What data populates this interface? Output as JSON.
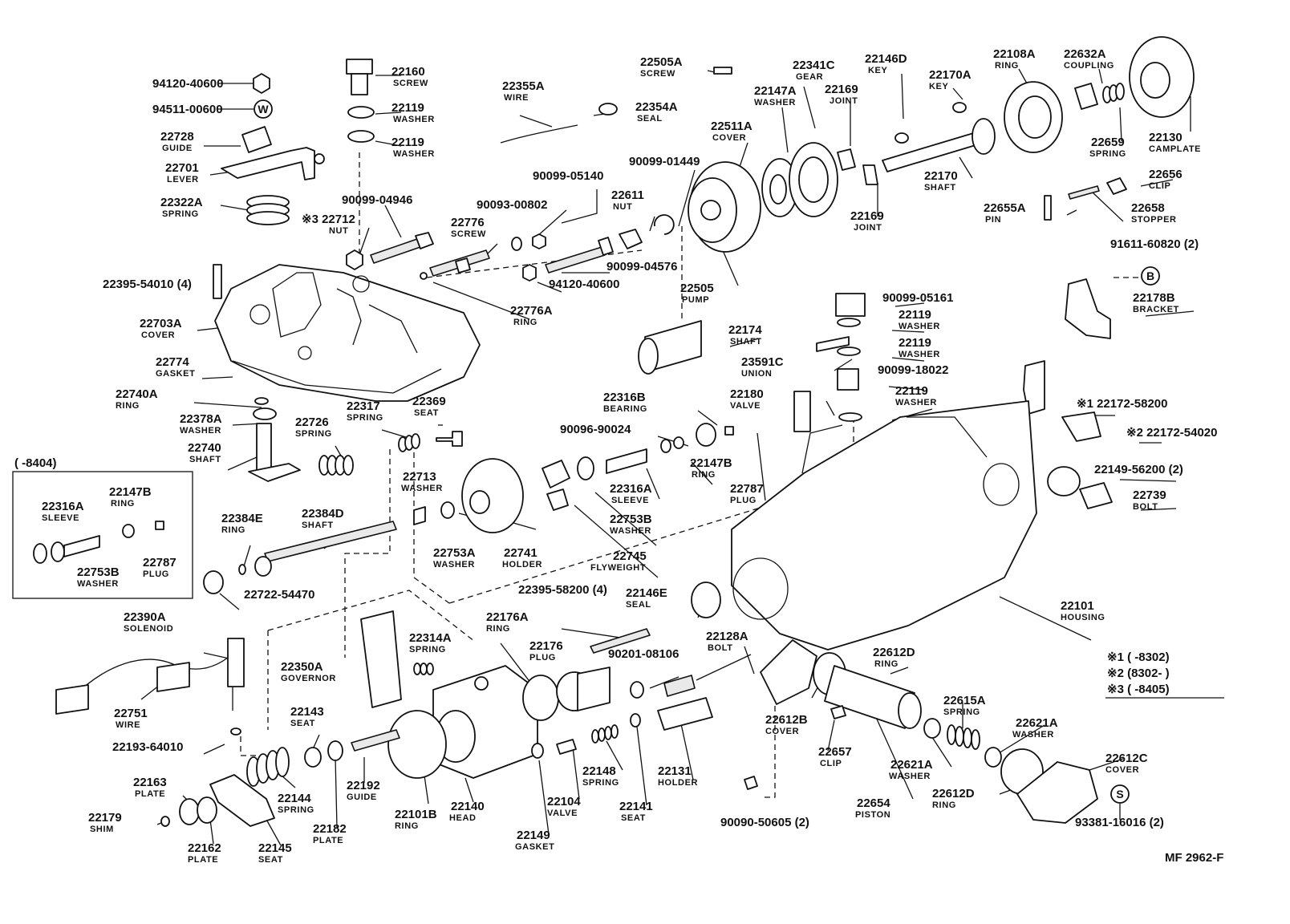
{
  "footer": {
    "code": "MF  2962-F"
  },
  "notes": {
    "title": "( -8404)",
    "n1": "※1 (      -8302)",
    "n2": "※2 (8302-      )",
    "n3": "※3 (      -8405)"
  },
  "markers": {
    "w": "W",
    "b": "B",
    "s": "S"
  },
  "parts": {
    "p94120_40600": "94120-40600",
    "p94511_00600": "94511-00600",
    "p22728": "22728",
    "n22728": "GUIDE",
    "p22701": "22701",
    "n22701": "LEVER",
    "p22322A": "22322A",
    "n22322A": "SPRING",
    "p22160": "22160",
    "n22160": "SCREW",
    "p22119a": "22119",
    "n22119a": "WASHER",
    "p22119b": "22119",
    "n22119b": "WASHER",
    "p22712": "※3 22712",
    "n22712": "NUT",
    "p90099_04946": "90099-04946",
    "p22395_54010": "22395-54010 (4)",
    "p22703A": "22703A",
    "n22703A": "COVER",
    "p22774": "22774",
    "n22774": "GASKET",
    "p22740A": "22740A",
    "n22740A": "RING",
    "p22378A": "22378A",
    "n22378A": "WASHER",
    "p22740": "22740",
    "n22740": "SHAFT",
    "p22726": "22726",
    "n22726": "SPRING",
    "p22317": "22317",
    "n22317": "SPRING",
    "p22369": "22369",
    "n22369": "SEAT",
    "p22355A": "22355A",
    "n22355A": "WIRE",
    "p22354A": "22354A",
    "n22354A": "SEAL",
    "p22505A": "22505A",
    "n22505A": "SCREW",
    "p22511A": "22511A",
    "n22511A": "COVER",
    "p22341C": "22341C",
    "n22341C": "GEAR",
    "p22147A": "22147A",
    "n22147A": "WASHER",
    "p22169a": "22169",
    "n22169a": "JOINT",
    "p22169b": "22169",
    "n22169b": "JOINT",
    "p22146D": "22146D",
    "n22146D": "KEY",
    "p22170A": "22170A",
    "n22170A": "KEY",
    "p22108A": "22108A",
    "n22108A": "RING",
    "p22632A": "22632A",
    "n22632A": "COUPLING",
    "p22659": "22659",
    "n22659": "SPRING",
    "p22130": "22130",
    "n22130": "CAMPLATE",
    "p22170": "22170",
    "n22170": "SHAFT",
    "p22656": "22656",
    "n22656": "CLIP",
    "p22655A": "22655A",
    "n22655A": "PIN",
    "p22658": "22658",
    "n22658": "STOPPER",
    "p91611_60820": "91611-60820 (2)",
    "p22178B": "22178B",
    "n22178B": "BRACKET",
    "p90099_05140": "90099-05140",
    "p90093_00802": "90093-00802",
    "p90099_01449": "90099-01449",
    "p22611": "22611",
    "n22611": "NUT",
    "p22776": "22776",
    "n22776": "SCREW",
    "p90099_04576": "90099-04576",
    "p94120_40600b": "94120-40600",
    "p22776A": "22776A",
    "n22776A": "RING",
    "p22505": "22505",
    "n22505": "PUMP",
    "p22174": "22174",
    "n22174": "SHAFT",
    "p90099_05161": "90099-05161",
    "p22119c": "22119",
    "n22119c": "WASHER",
    "p22119d": "22119",
    "n22119d": "WASHER",
    "p23591C": "23591C",
    "n23591C": "UNION",
    "p90099_18022": "90099-18022",
    "p22180": "22180",
    "n22180": "VALVE",
    "p22119e": "22119",
    "n22119e": "WASHER",
    "p22316B": "22316B",
    "n22316B": "BEARING",
    "p90096_90024": "90096-90024",
    "p22147B": "22147B",
    "n22147B": "RING",
    "p22787": "22787",
    "n22787": "PLUG",
    "p22316A": "22316A",
    "n22316A": "SLEEVE",
    "p22753B": "22753B",
    "n22753B": "WASHER",
    "p22172_58200": "※1 22172-58200",
    "p22172_54020": "※2  22172-54020",
    "p22149_56200": "22149-56200 (2)",
    "p22739": "22739",
    "n22739": "BOLT",
    "p22713": "22713",
    "n22713": "WASHER",
    "p22753A": "22753A",
    "n22753A": "WASHER",
    "p22741": "22741",
    "n22741": "HOLDER",
    "p22745": "22745",
    "n22745": "FLYWEIGHT",
    "p22384E": "22384E",
    "n22384E": "RING",
    "p22384D": "22384D",
    "n22384D": "SHAFT",
    "p22722_54470": "22722-54470",
    "i22316A": "22316A",
    "in22316A": "SLEEVE",
    "i22147B": "22147B",
    "in22147B": "RING",
    "i22787": "22787",
    "in22787": "PLUG",
    "i22753B": "22753B",
    "in22753B": "WASHER",
    "p22395_58200": "22395-58200 (4)",
    "p22146E": "22146E",
    "n22146E": "SEAL",
    "p22101": "22101",
    "n22101": "HOUSING",
    "p22390A": "22390A",
    "n22390A": "SOLENOID",
    "p22751": "22751",
    "n22751": "WIRE",
    "p22193_64010": "22193-64010",
    "p22314A": "22314A",
    "n22314A": "SPRING",
    "p22350A": "22350A",
    "n22350A": "GOVERNOR",
    "p22176A": "22176A",
    "n22176A": "RING",
    "p22176": "22176",
    "n22176": "PLUG",
    "p90201_08106": "90201-08106",
    "p22128A": "22128A",
    "n22128A": "BOLT",
    "p22612D": "22612D",
    "n22612D": "RING",
    "p22612B": "22612B",
    "n22612B": "COVER",
    "p22143": "22143",
    "n22143": "SEAT",
    "p22144": "22144",
    "n22144": "SPRING",
    "p22192": "22192",
    "n22192": "GUIDE",
    "p22101B": "22101B",
    "n22101B": "RING",
    "p22140": "22140",
    "n22140": "HEAD",
    "p22104": "22104",
    "n22104": "VALVE",
    "p22148": "22148",
    "n22148": "SPRING",
    "p22141": "22141",
    "n22141": "SEAT",
    "p22131": "22131",
    "n22131": "HOLDER",
    "p22149": "22149",
    "n22149": "GASKET",
    "p22163": "22163",
    "n22163": "PLATE",
    "p22179": "22179",
    "n22179": "SHIM",
    "p22162": "22162",
    "n22162": "PLATE",
    "p22182": "22182",
    "n22182": "PLATE",
    "p22145": "22145",
    "n22145": "SEAT",
    "p22657": "22657",
    "n22657": "CLIP",
    "p22654": "22654",
    "n22654": "PISTON",
    "p22615A": "22615A",
    "n22615A": "SPRING",
    "p22621A": "22621A",
    "n22621A": "WASHER",
    "p22621Ab": "22621A",
    "n22621Ab": "WASHER",
    "p22612C": "22612C",
    "n22612C": "COVER",
    "p22612Db": "22612D",
    "n22612Db": "RING",
    "p90090_50605": "90090-50605 (2)",
    "p93381_16016": "93381-16016 (2)"
  }
}
